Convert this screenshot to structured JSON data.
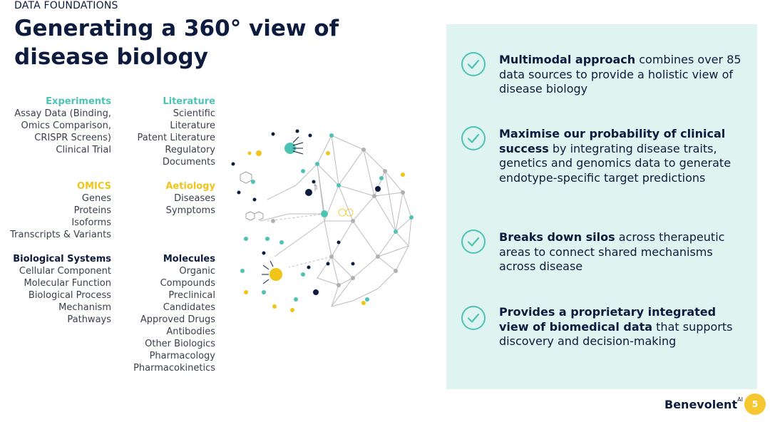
{
  "header": {
    "kicker": "DATA FOUNDATIONS",
    "title": "Generating a 360° view of disease biology"
  },
  "categories": {
    "experiments": {
      "title": "Experiments",
      "items": [
        "Assay Data (Binding,",
        "Omics Comparison,",
        "CRISPR Screens)",
        "Clinical Trial"
      ]
    },
    "literature": {
      "title": "Literature",
      "items": [
        "Scientific",
        "Literature",
        "Patent Literature",
        "Regulatory",
        "Documents"
      ]
    },
    "omics": {
      "title": "OMICS",
      "items": [
        "Genes",
        "Proteins",
        "Isoforms",
        "Transcripts & Variants"
      ]
    },
    "aetiology": {
      "title": "Aetiology",
      "items": [
        "Diseases",
        "Symptoms"
      ]
    },
    "biological_systems": {
      "title": "Biological Systems",
      "items": [
        "Cellular Component",
        "Molecular Function",
        "Biological Process",
        "Mechanism",
        "Pathways"
      ]
    },
    "molecules": {
      "title": "Molecules",
      "items": [
        "Organic",
        "Compounds",
        "Preclinical",
        "Candidates",
        "Approved Drugs",
        "Antibodies",
        "Other Biologics",
        "Pharmacology",
        "Pharmacokinetics"
      ]
    }
  },
  "points": [
    {
      "bold": "Multimodal approach",
      "rest": " combines over 85 data sources to provide a holistic view of disease biology"
    },
    {
      "bold": "Maximise our probability of clinical success",
      "rest": " by integrating disease traits, genetics and genomics data to generate endotype-specific target predictions"
    },
    {
      "bold": "Breaks down silos",
      "rest": " across therapeutic areas to connect shared mechanisms across disease"
    },
    {
      "bold": "Provides a proprietary integrated view of biomedical data",
      "rest": " that supports discovery and decision-making"
    }
  ],
  "footer": {
    "brand": "Benevolent",
    "brand_sup": "AI",
    "page": "5"
  },
  "colors": {
    "teal": "#4ec3b5",
    "yellow": "#f0c419",
    "navy": "#0d1b3e",
    "panel": "#dff3f0"
  },
  "icons": {
    "point": "check-circle-icon",
    "network": "network-sphere-graphic"
  }
}
